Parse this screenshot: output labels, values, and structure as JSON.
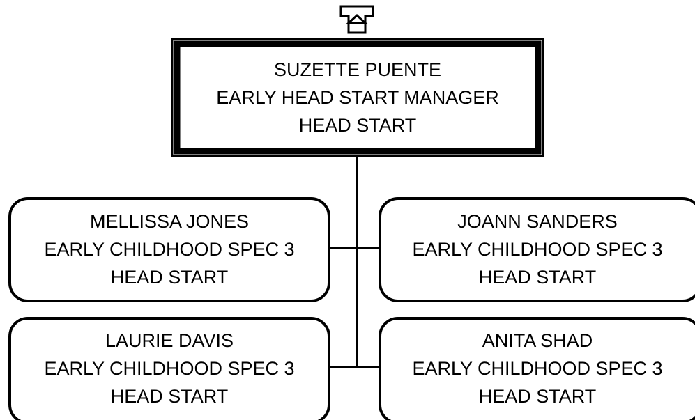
{
  "org_chart": {
    "up_arrow_icon": "up-arrow-icon",
    "manager": {
      "name": "SUZETTE PUENTE",
      "title": "EARLY HEAD START MANAGER",
      "department": "HEAD START"
    },
    "reports": [
      {
        "name": "MELLISSA JONES",
        "title": "EARLY CHILDHOOD SPEC 3",
        "department": "HEAD START"
      },
      {
        "name": "JOANN SANDERS",
        "title": "EARLY CHILDHOOD SPEC 3",
        "department": "HEAD START"
      },
      {
        "name": "LAURIE DAVIS",
        "title": "EARLY CHILDHOOD SPEC 3",
        "department": "HEAD START"
      },
      {
        "name": "ANITA SHAD",
        "title": "EARLY CHILDHOOD SPEC 3",
        "department": "HEAD START"
      }
    ]
  }
}
